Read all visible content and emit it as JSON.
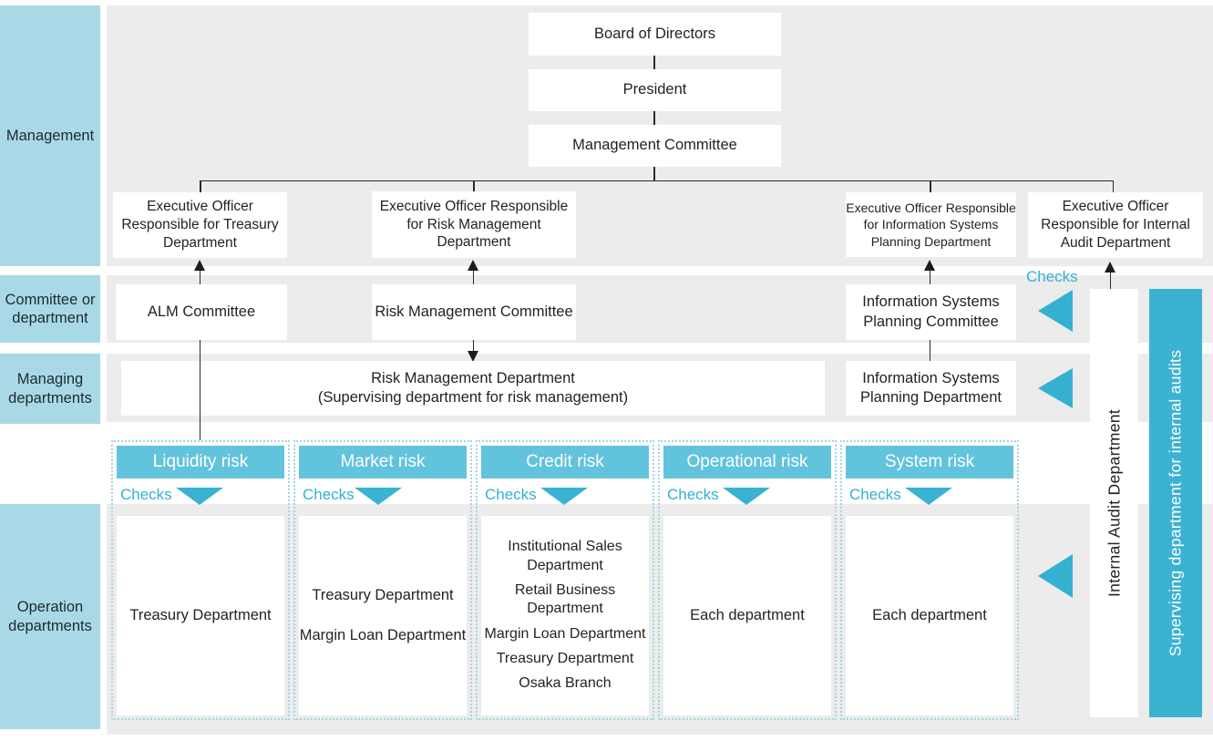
{
  "sidebar": {
    "rows": [
      {
        "label": "Management"
      },
      {
        "label": "Committee or department"
      },
      {
        "label": "Managing departments"
      },
      {
        "label": "Operation departments"
      }
    ]
  },
  "hierarchy": {
    "top": [
      "Board of Directors",
      "President",
      "Management Committee"
    ],
    "executives": [
      "Executive Officer Responsible for Treasury Department",
      "Executive Officer Responsible for Risk Management Department",
      "Executive Officer Responsible for Information Systems Planning Department",
      "Executive Officer Responsible for Internal Audit Department"
    ],
    "committees": [
      "ALM Committee",
      "Risk Management Committee",
      "Information Systems Planning Committee"
    ],
    "managing_departments": [
      {
        "line1": "Risk Management Department",
        "line2": "(Supervising department for risk management)"
      },
      {
        "line1": "Information Systems Planning Department",
        "line2": ""
      }
    ]
  },
  "audit": {
    "checks_label": "Checks",
    "internal_audit_bar": "Internal Audit Department",
    "supervising_bar": "Supervising department for internal audits"
  },
  "risk_columns": [
    {
      "title": "Liquidity risk",
      "checks": "Checks",
      "departments": [
        "Treasury Department"
      ]
    },
    {
      "title": "Market risk",
      "checks": "Checks",
      "departments": [
        "Treasury Department",
        "Margin Loan Department"
      ]
    },
    {
      "title": "Credit risk",
      "checks": "Checks",
      "departments": [
        "Institutional Sales Department",
        "Retail Business Department",
        "Margin Loan Department",
        "Treasury Department",
        "Osaka Branch"
      ]
    },
    {
      "title": "Operational risk",
      "checks": "Checks",
      "departments": [
        "Each department"
      ]
    },
    {
      "title": "System risk",
      "checks": "Checks",
      "departments": [
        "Each department"
      ]
    }
  ],
  "colors": {
    "sidebar_blue": "#a9d9e7",
    "band_gray": "#ececec",
    "teal_dark": "#3cb2d2",
    "teal_header": "#62c3dc",
    "dotted_border": "#a6d4e4"
  }
}
